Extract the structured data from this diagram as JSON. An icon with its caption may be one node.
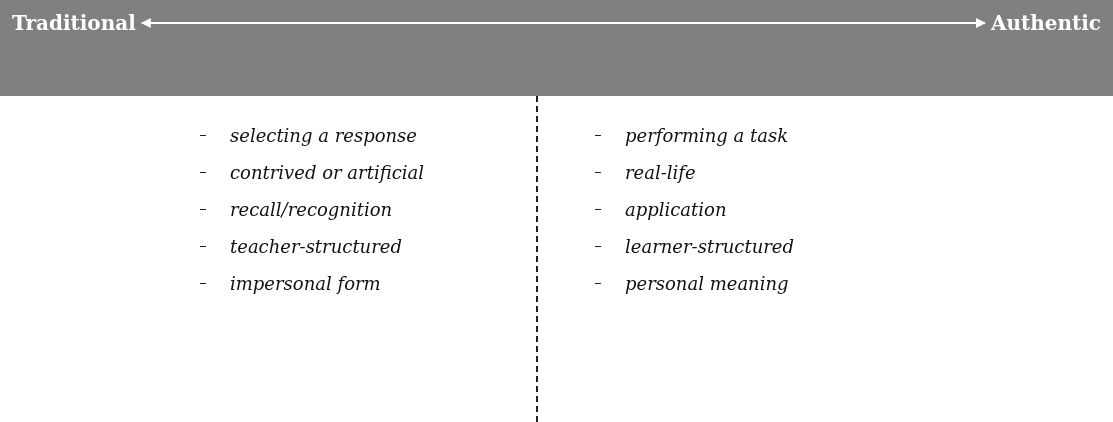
{
  "diagram": {
    "nodes": [
      {
        "text": [],
        "shape": "bar"
      },
      {
        "text": [
          "Traditional"
        ],
        "in": 0
      },
      {
        "text": [
          "Authentic"
        ],
        "in": 0
      }
    ],
    "edges": [
      {
        "from": 1,
        "to": 2,
        "arrow": "both"
      }
    ],
    "labels": [
      "selecting a response",
      "contrived or artificial",
      "recall/recognition",
      "teacher-structured",
      "impersonal form",
      "performing a task",
      "real-life",
      "application",
      "learner-structured",
      "personal meaning"
    ]
  }
}
